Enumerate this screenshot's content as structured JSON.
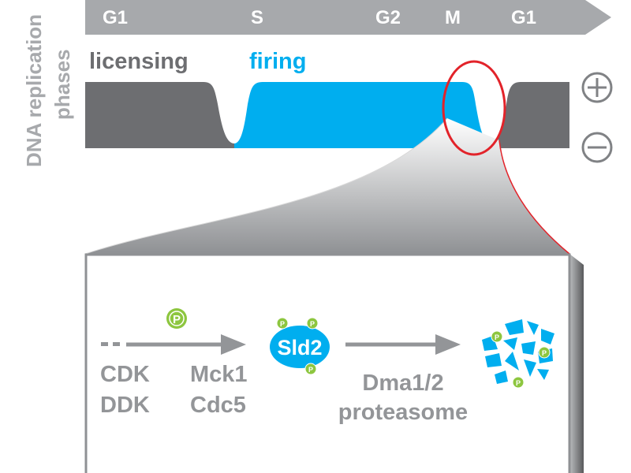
{
  "phases": [
    "G1",
    "S",
    "G2",
    "M",
    "G1"
  ],
  "axis_label_line1": "DNA replication",
  "axis_label_line2": "phases",
  "licensing_label": "licensing",
  "firing_label": "firing",
  "plus_symbol": "⊕",
  "minus_symbol": "⊖",
  "phospho_label": "P",
  "kinases_line1": "CDK",
  "kinases_line2": "DDK",
  "mck1_label": "Mck1",
  "cdc5_label": "Cdc5",
  "protein_label": "Sld2",
  "degradation_line1": "Dma1/2",
  "degradation_line2": "proteasome",
  "colors": {
    "gray_dark": "#6d6e71",
    "gray_mid": "#a7a9ac",
    "gray_text": "#939598",
    "blue": "#00aeef",
    "green": "#8dc63f",
    "red": "#e2232a"
  }
}
